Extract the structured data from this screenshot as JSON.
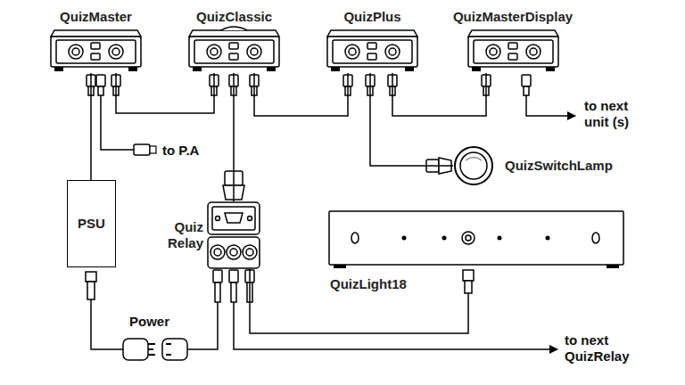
{
  "diagram": {
    "nodes": [
      {
        "text": [
          "QuizMaster"
        ]
      },
      {
        "text": [
          "QuizClassic"
        ]
      },
      {
        "text": [
          "QuizPlus"
        ]
      },
      {
        "text": [
          "QuizMasterDisplay"
        ]
      },
      {
        "text": [
          "PSU"
        ]
      },
      {
        "text": [
          "Quiz Relay"
        ]
      },
      {
        "text": [
          "QuizSwitchLamp"
        ]
      },
      {
        "text": [
          "QuizLight18"
        ]
      }
    ],
    "edges": [
      {
        "from": 0,
        "to": 1,
        "arrow": "none"
      },
      {
        "from": 1,
        "to": 2,
        "arrow": "none"
      },
      {
        "from": 2,
        "to": 3,
        "arrow": "none"
      },
      {
        "from": 0,
        "to": 4,
        "arrow": "none"
      },
      {
        "from": 1,
        "to": 5,
        "arrow": "none"
      },
      {
        "from": 2,
        "to": 6,
        "arrow": "none"
      },
      {
        "from": 5,
        "to": 7,
        "arrow": "none"
      }
    ],
    "labels": [
      "to P.A",
      "to next unit (s)",
      "Power",
      "to next QuizRelay"
    ]
  }
}
